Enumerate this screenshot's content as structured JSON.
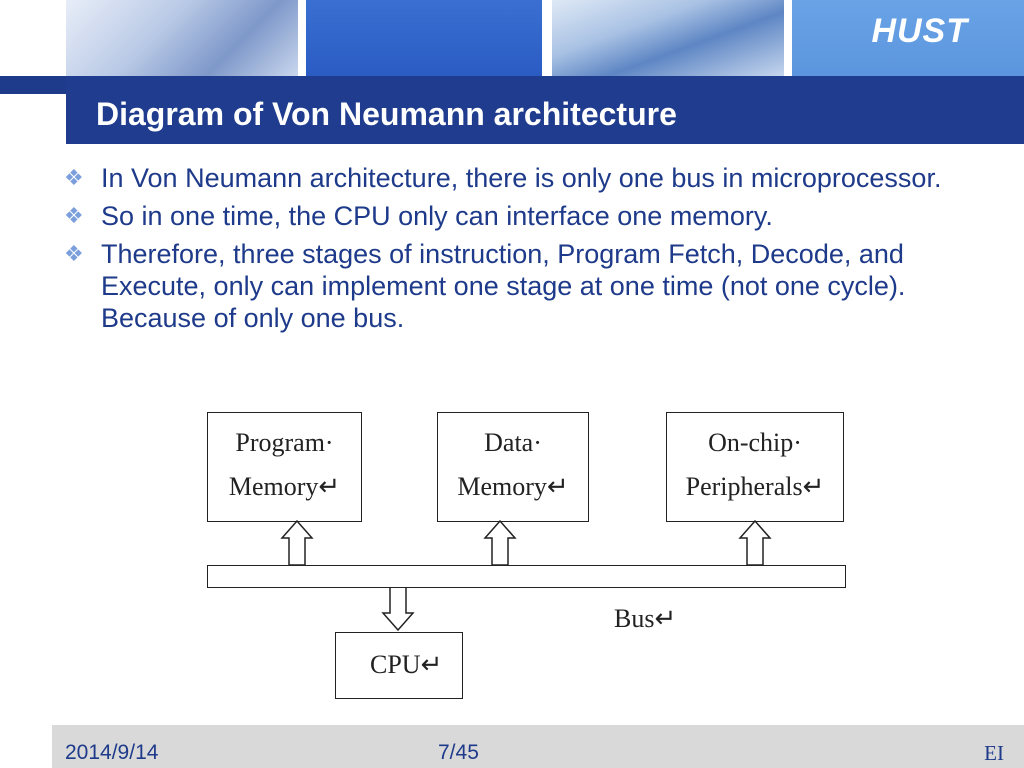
{
  "header": {
    "logo_text": "HUST"
  },
  "slide": {
    "title": "Diagram of Von Neumann architecture",
    "bullets": [
      "In Von Neumann architecture, there is only one bus in microprocessor.",
      "So in one time, the CPU only can interface one memory.",
      "Therefore, three stages of instruction, Program Fetch, Decode, and Execute, only can implement one stage at one time (not one cycle). Because of only one bus."
    ],
    "bullet_icon": "diamond-bullet-icon"
  },
  "diagram": {
    "program_memory": [
      "Program·",
      "Memory↵"
    ],
    "data_memory": [
      "Data·",
      "Memory↵"
    ],
    "peripherals": [
      "On-chip·",
      "Peripherals↵"
    ],
    "bus_label": "Bus↵",
    "cpu": "CPU↵"
  },
  "footer": {
    "date": "2014/9/14",
    "page": "7/45",
    "org": "EI"
  },
  "colors": {
    "title_bar": "#1f3c8e",
    "text": "#1e3a8a",
    "accent_light": "#5b95dd",
    "footer_bg": "#d9d9d9"
  }
}
